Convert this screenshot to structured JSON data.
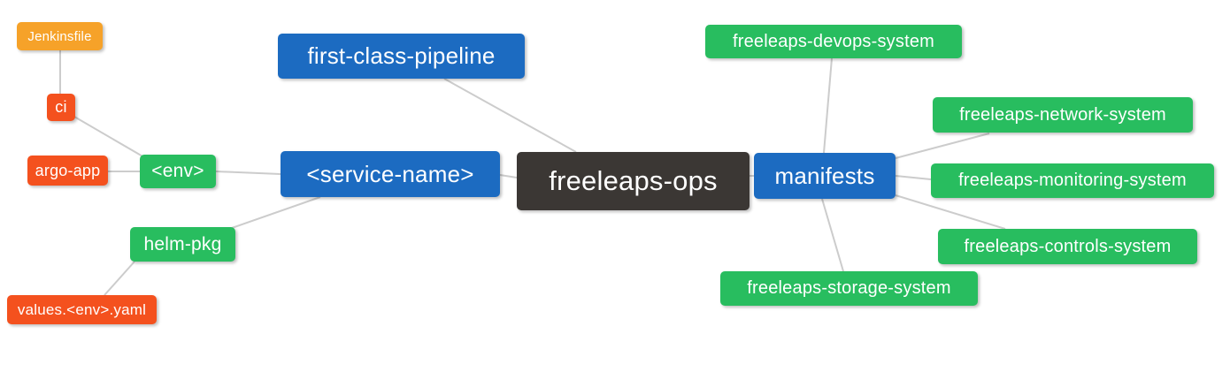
{
  "diagram": {
    "type": "mindmap",
    "root_label": "freeleaps-ops",
    "nodes": {
      "freeleaps_ops": {
        "label": "freeleaps-ops",
        "level": 0
      },
      "first_class_pipeline": {
        "label": "first-class-pipeline",
        "level": 1
      },
      "service_name": {
        "label": "<service-name>",
        "level": 1
      },
      "manifests": {
        "label": "manifests",
        "level": 1
      },
      "env": {
        "label": "<env>",
        "level": 2
      },
      "helm_pkg": {
        "label": "helm-pkg",
        "level": 2
      },
      "ci": {
        "label": "ci",
        "level": 3
      },
      "argo_app": {
        "label": "argo-app",
        "level": 3
      },
      "jenkinsfile": {
        "label": "Jenkinsfile",
        "level": 4
      },
      "values_env_yaml": {
        "label": "values.<env>.yaml",
        "level": 3
      },
      "devops_system": {
        "label": "freeleaps-devops-system",
        "level": 2
      },
      "network_system": {
        "label": "freeleaps-network-system",
        "level": 2
      },
      "monitoring_system": {
        "label": "freeleaps-monitoring-system",
        "level": 2
      },
      "controls_system": {
        "label": "freeleaps-controls-system",
        "level": 2
      },
      "storage_system": {
        "label": "freeleaps-storage-system",
        "level": 2
      }
    },
    "edges": [
      {
        "from": "freeleaps-ops",
        "to": "first-class-pipeline"
      },
      {
        "from": "freeleaps-ops",
        "to": "<service-name>"
      },
      {
        "from": "freeleaps-ops",
        "to": "manifests"
      },
      {
        "from": "<service-name>",
        "to": "<env>"
      },
      {
        "from": "<service-name>",
        "to": "helm-pkg"
      },
      {
        "from": "<env>",
        "to": "ci"
      },
      {
        "from": "<env>",
        "to": "argo-app"
      },
      {
        "from": "ci",
        "to": "Jenkinsfile"
      },
      {
        "from": "helm-pkg",
        "to": "values.<env>.yaml"
      },
      {
        "from": "manifests",
        "to": "freeleaps-devops-system"
      },
      {
        "from": "manifests",
        "to": "freeleaps-network-system"
      },
      {
        "from": "manifests",
        "to": "freeleaps-monitoring-system"
      },
      {
        "from": "manifests",
        "to": "freeleaps-controls-system"
      },
      {
        "from": "manifests",
        "to": "freeleaps-storage-system"
      }
    ],
    "colors": {
      "root_node": "#3b3734",
      "level1_node": "#1c6bc1",
      "level2_node": "#28bd5f",
      "level3_node": "#f4511e",
      "level4_node": "#f6a229",
      "edge": "#cccccc",
      "node_text": "#ffffff",
      "background": "#ffffff"
    }
  }
}
